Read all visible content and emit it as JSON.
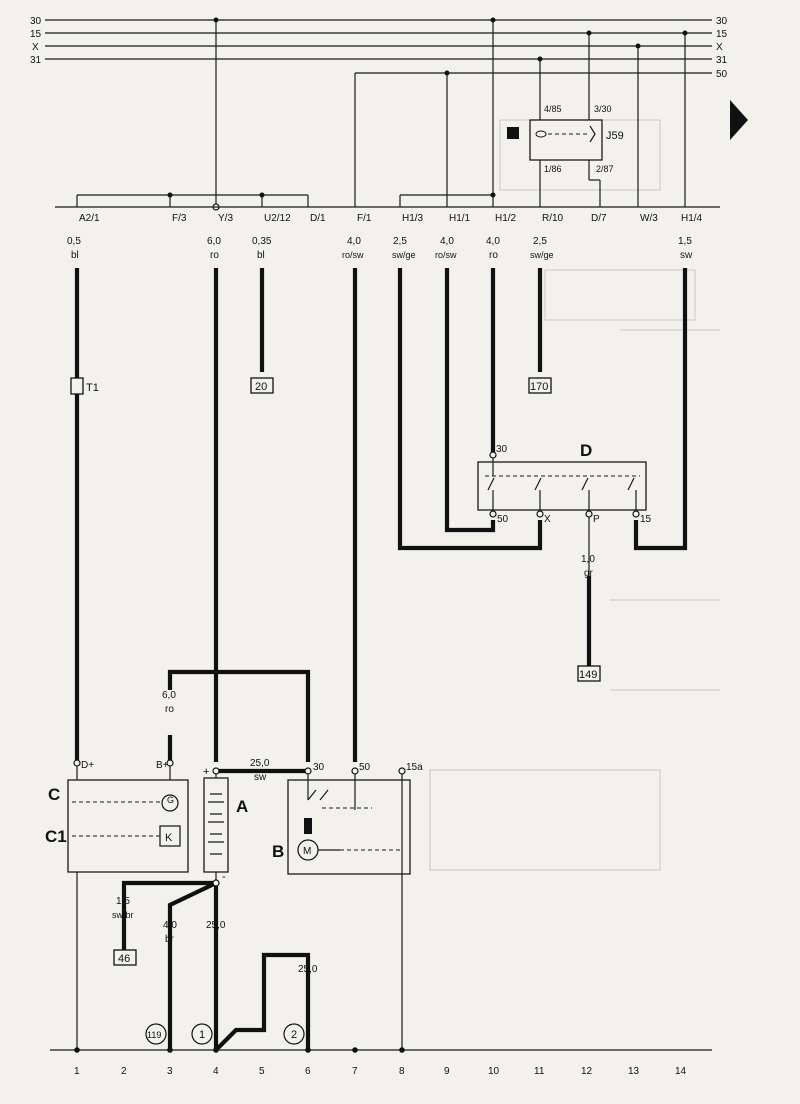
{
  "rails": {
    "left": [
      "30",
      "15",
      "X",
      "31"
    ],
    "right": [
      "30",
      "15",
      "X",
      "31",
      "50"
    ]
  },
  "connectors": [
    "A2/1",
    "F/3",
    "Y/3",
    "U2/12",
    "D/1",
    "F/1",
    "H1/3",
    "H1/1",
    "H1/2",
    "R/10",
    "D/7",
    "W/3",
    "H1/4"
  ],
  "wires": [
    {
      "size": "0,5",
      "color": "bl"
    },
    {
      "size": "6,0",
      "color": "ro"
    },
    {
      "size": "0,35",
      "color": "bl"
    },
    {
      "size": "4,0",
      "color": "ro/sw"
    },
    {
      "size": "2,5",
      "color": "sw/ge"
    },
    {
      "size": "4,0",
      "color": "ro/sw"
    },
    {
      "size": "4,0",
      "color": "ro"
    },
    {
      "size": "2,5",
      "color": "sw/ge"
    },
    {
      "size": "1,5",
      "color": "sw"
    }
  ],
  "relay": {
    "id": "J59",
    "pins": [
      "4/85",
      "3/30",
      "1/86",
      "2/87"
    ]
  },
  "switch_d": {
    "id": "D",
    "terminals": [
      "30",
      "50",
      "X",
      "P",
      "15"
    ],
    "output_wire": {
      "size": "1,0",
      "color": "gr"
    }
  },
  "component_labels": {
    "generator": "C",
    "regulator": "C1",
    "battery": "A",
    "starter": "B",
    "generator_out": "D+",
    "generator_bplus": "B+",
    "starter_30": "30",
    "starter_50": "50",
    "starter_15a": "15a",
    "battery_plus": "+",
    "battery_minus": "-",
    "generator_symbol": "G",
    "regulator_symbol": "K",
    "motor_symbol": "M"
  },
  "fuse": {
    "id": "T1"
  },
  "lower_wires": {
    "bplus": {
      "size": "6,0",
      "color": "ro"
    },
    "battery_starter": {
      "size": "25,0",
      "color": "sw"
    },
    "ground_a": {
      "size": "1,5",
      "color": "sw/br"
    },
    "ground_b": {
      "size": "4,0",
      "color": "br"
    },
    "battery_ground": "25,0",
    "strap": "25,0"
  },
  "refs": {
    "r20": "20",
    "r170": "170",
    "r149": "149",
    "r46": "46",
    "r119": "119",
    "g1": "1",
    "g2": "2"
  },
  "columns": [
    "1",
    "2",
    "3",
    "4",
    "5",
    "6",
    "7",
    "8",
    "9",
    "10",
    "11",
    "12",
    "13",
    "14"
  ]
}
